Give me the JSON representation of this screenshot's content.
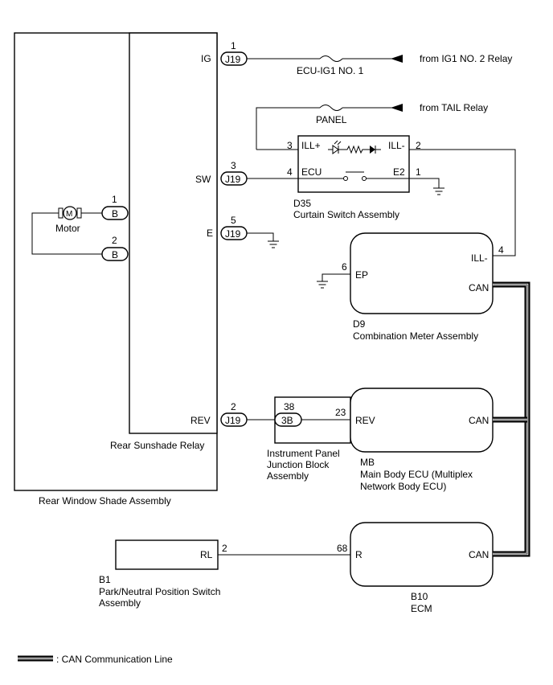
{
  "components": {
    "rear_window_shade": "Rear Window Shade Assembly",
    "rear_sunshade_relay": "Rear Sunshade Relay",
    "motor": "Motor",
    "motor_symbol": "M",
    "curtain_switch_code": "D35",
    "curtain_switch": "Curtain Switch Assembly",
    "combination_meter_code": "D9",
    "combination_meter": "Combination Meter Assembly",
    "junction_block_line1": "Instrument Panel",
    "junction_block_line2": "Junction Block",
    "junction_block_line3": "Assembly",
    "main_body_code": "MB",
    "main_body_line1": "Main Body ECU (Multiplex",
    "main_body_line2": "Network Body ECU)",
    "ecm_code": "B10",
    "ecm": "ECM",
    "pnp_code": "B1",
    "pnp_line1": "Park/Neutral Position Switch",
    "pnp_line2": "Assembly"
  },
  "connectors": {
    "j19": "J19",
    "b": "B",
    "jb": "3B"
  },
  "pins": {
    "ig": "IG",
    "ig_num": "1",
    "sw": "SW",
    "sw_num": "3",
    "e": "E",
    "e_num": "5",
    "rev": "REV",
    "rev_num": "2",
    "motor_b1": "1",
    "motor_b2": "2",
    "ill_plus": "ILL+",
    "ill_plus_num": "3",
    "ill_minus": "ILL-",
    "ill_minus_num": "2",
    "ecu": "ECU",
    "ecu_num": "4",
    "e2": "E2",
    "e2_num": "1",
    "meter_ill": "ILL-",
    "meter_ill_num": "4",
    "meter_ep": "EP",
    "meter_ep_num": "6",
    "meter_can": "CAN",
    "jb_num": "38",
    "mb_rev": "REV",
    "mb_rev_num": "23",
    "mb_can": "CAN",
    "ecm_r": "R",
    "ecm_r_num": "68",
    "ecm_can": "CAN",
    "rl": "RL",
    "rl_num": "2"
  },
  "fuses": {
    "ecu_ig1": "ECU-IG1 NO. 1",
    "panel": "PANEL"
  },
  "sources": {
    "ig1_relay": "from IG1 NO. 2 Relay",
    "tail_relay": "from TAIL Relay"
  },
  "legend": {
    "can_line": ": CAN Communication Line"
  }
}
